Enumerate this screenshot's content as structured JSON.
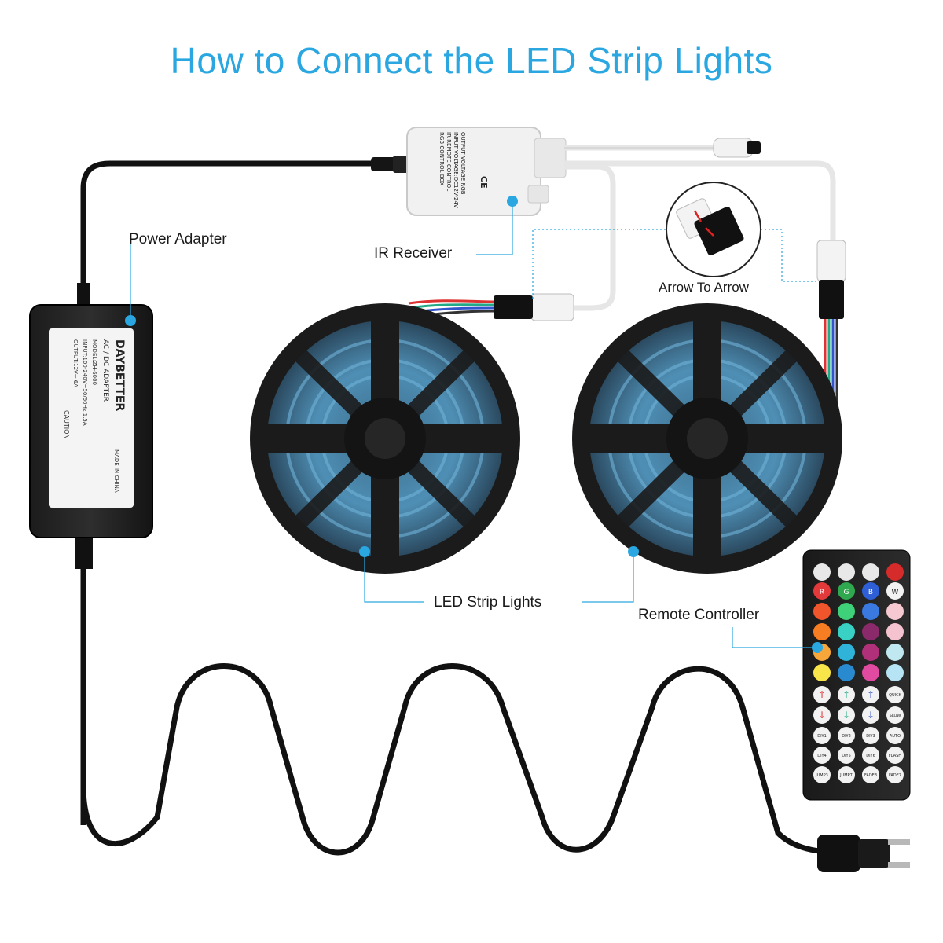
{
  "title": "How to Connect the LED Strip Lights",
  "labels": {
    "power_adapter": "Power Adapter",
    "ir_receiver": "IR Receiver",
    "arrow_to_arrow": "Arrow To Arrow",
    "led_strip_lights": "LED Strip Lights",
    "remote_controller": "Remote Controller"
  },
  "adapter": {
    "brand": "DAYBETTER",
    "type": "AC / DC ADAPTER",
    "model": "MODEL:ZH-6000",
    "input": "INPUT:100-240V~50/60Hz 1.5A",
    "output": "OUTPUT:12V⎓ 6A",
    "caution": "CAUTION",
    "made_in": "MADE IN CHINA"
  },
  "ir_box": {
    "line1": "RGB CONTROL BOX",
    "line2": "IR REMOTE CONTROL",
    "line3": "INPUT VOLTAGE:DC12V-24V",
    "line4": "OUTPUT VOLTAGE:RGB",
    "ce": "CE"
  },
  "remote": {
    "row_colors": [
      "R",
      "G",
      "B",
      "W"
    ],
    "arrow_row_keys": [
      "QUICK",
      "SLOW"
    ],
    "diy_row1": [
      "DIY1",
      "DIY2",
      "DIY3",
      "AUTO"
    ],
    "diy_row2": [
      "DIY4",
      "DIY5",
      "DIY6",
      "FLASH"
    ],
    "diy_row3": [
      "JUMP3",
      "JUMP7",
      "FADE3",
      "FADE7"
    ]
  },
  "colors": {
    "accent": "#2aa7e0",
    "cable": "#111111",
    "led_glow": "#5aa0c8"
  }
}
